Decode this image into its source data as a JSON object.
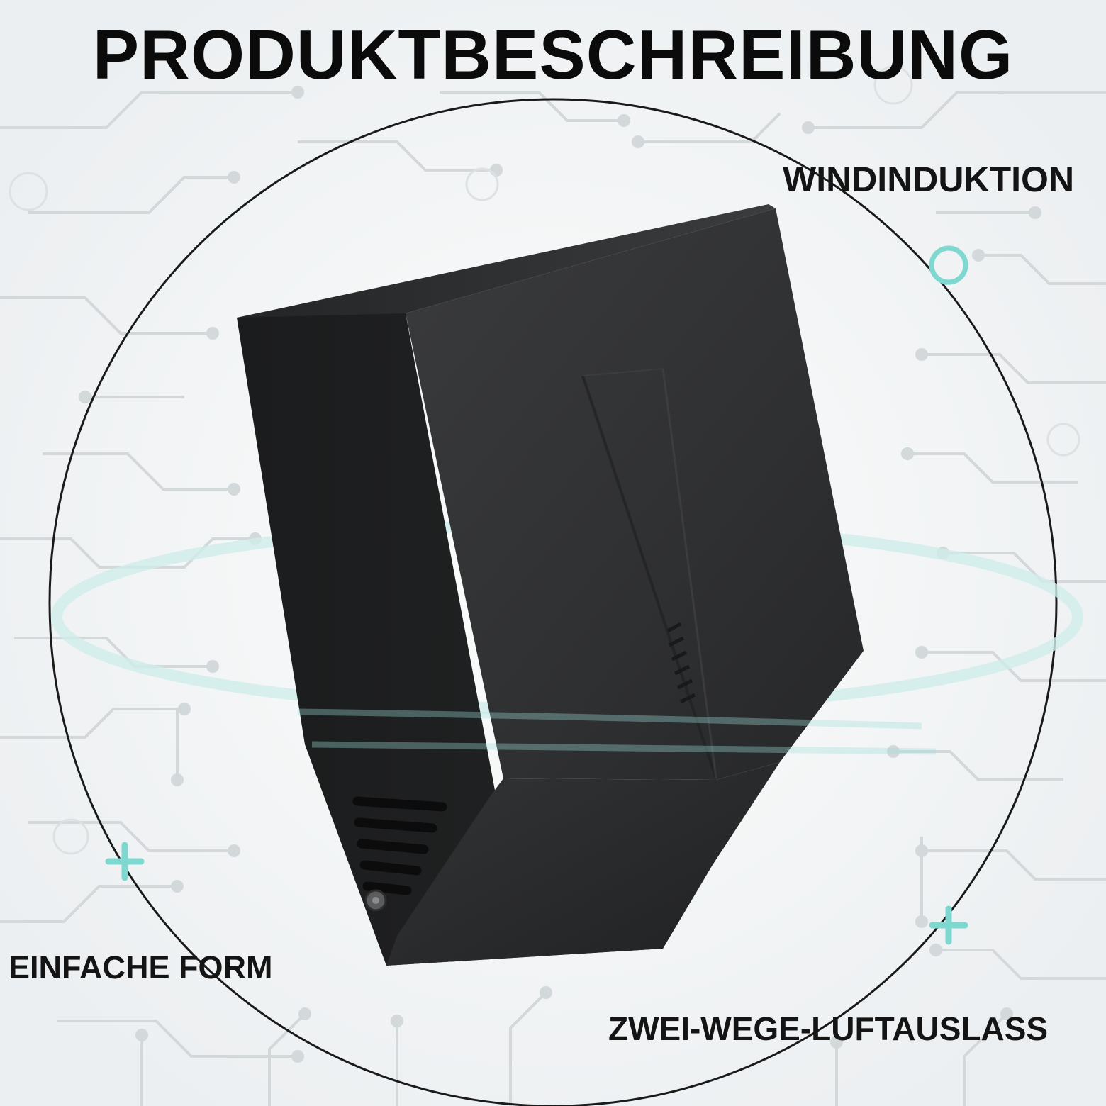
{
  "headline": "PRODUKTBESCHREIBUNG",
  "features": {
    "top_right": "WINDINDUKTION",
    "bottom_left": "EINFACHE FORM",
    "bottom_right": "ZWEI-WEGE-LUFTAUSLASS"
  },
  "icons": {
    "ring_marker": "teal-ring-icon",
    "cross_markers": "teal-plus-icon",
    "product": "hand-dryer-illustration"
  },
  "colors": {
    "background": "#f3f5f6",
    "circuit_lines": "#d2d7da",
    "accent_teal": "#78d6cf",
    "device_body": "#2a2b2d",
    "text": "#111111"
  }
}
